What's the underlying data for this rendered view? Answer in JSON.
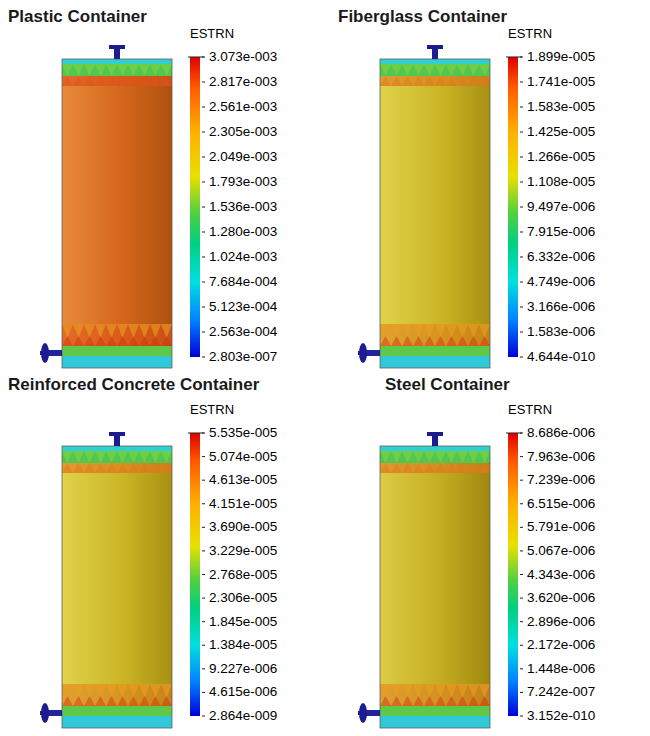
{
  "diagram": {
    "labels": [
      "Plastic Container",
      "ESTRN",
      "3.073e-003",
      "2.817e-003",
      "2.561e-003",
      "2.305e-003",
      "2.049e-003",
      "1.793e-003",
      "1.536e-003",
      "1.280e-003",
      "1.024e-003",
      "7.684e-004",
      "5.123e-004",
      "2.563e-004",
      "2.803e-007",
      "Fiberglass Container",
      "ESTRN",
      "1.899e-005",
      "1.741e-005",
      "1.583e-005",
      "1.425e-005",
      "1.266e-005",
      "1.108e-005",
      "9.497e-006",
      "7.915e-006",
      "6.332e-006",
      "4.749e-006",
      "3.166e-006",
      "1.583e-006",
      "4.644e-010",
      "Reinforced Concrete Container",
      "ESTRN",
      "5.535e-005",
      "5.074e-005",
      "4.613e-005",
      "4.151e-005",
      "3.690e-005",
      "3.229e-005",
      "2.768e-005",
      "2.306e-005",
      "1.845e-005",
      "1.384e-005",
      "9.227e-006",
      "4.615e-006",
      "2.864e-009",
      "Steel Container",
      "ESTRN",
      "8.686e-006",
      "7.963e-006",
      "7.239e-006",
      "6.515e-006",
      "5.791e-006",
      "5.067e-006",
      "4.343e-006",
      "3.620e-006",
      "2.896e-006",
      "2.172e-006",
      "1.448e-006",
      "7.242e-007",
      "3.152e-010"
    ]
  }
}
